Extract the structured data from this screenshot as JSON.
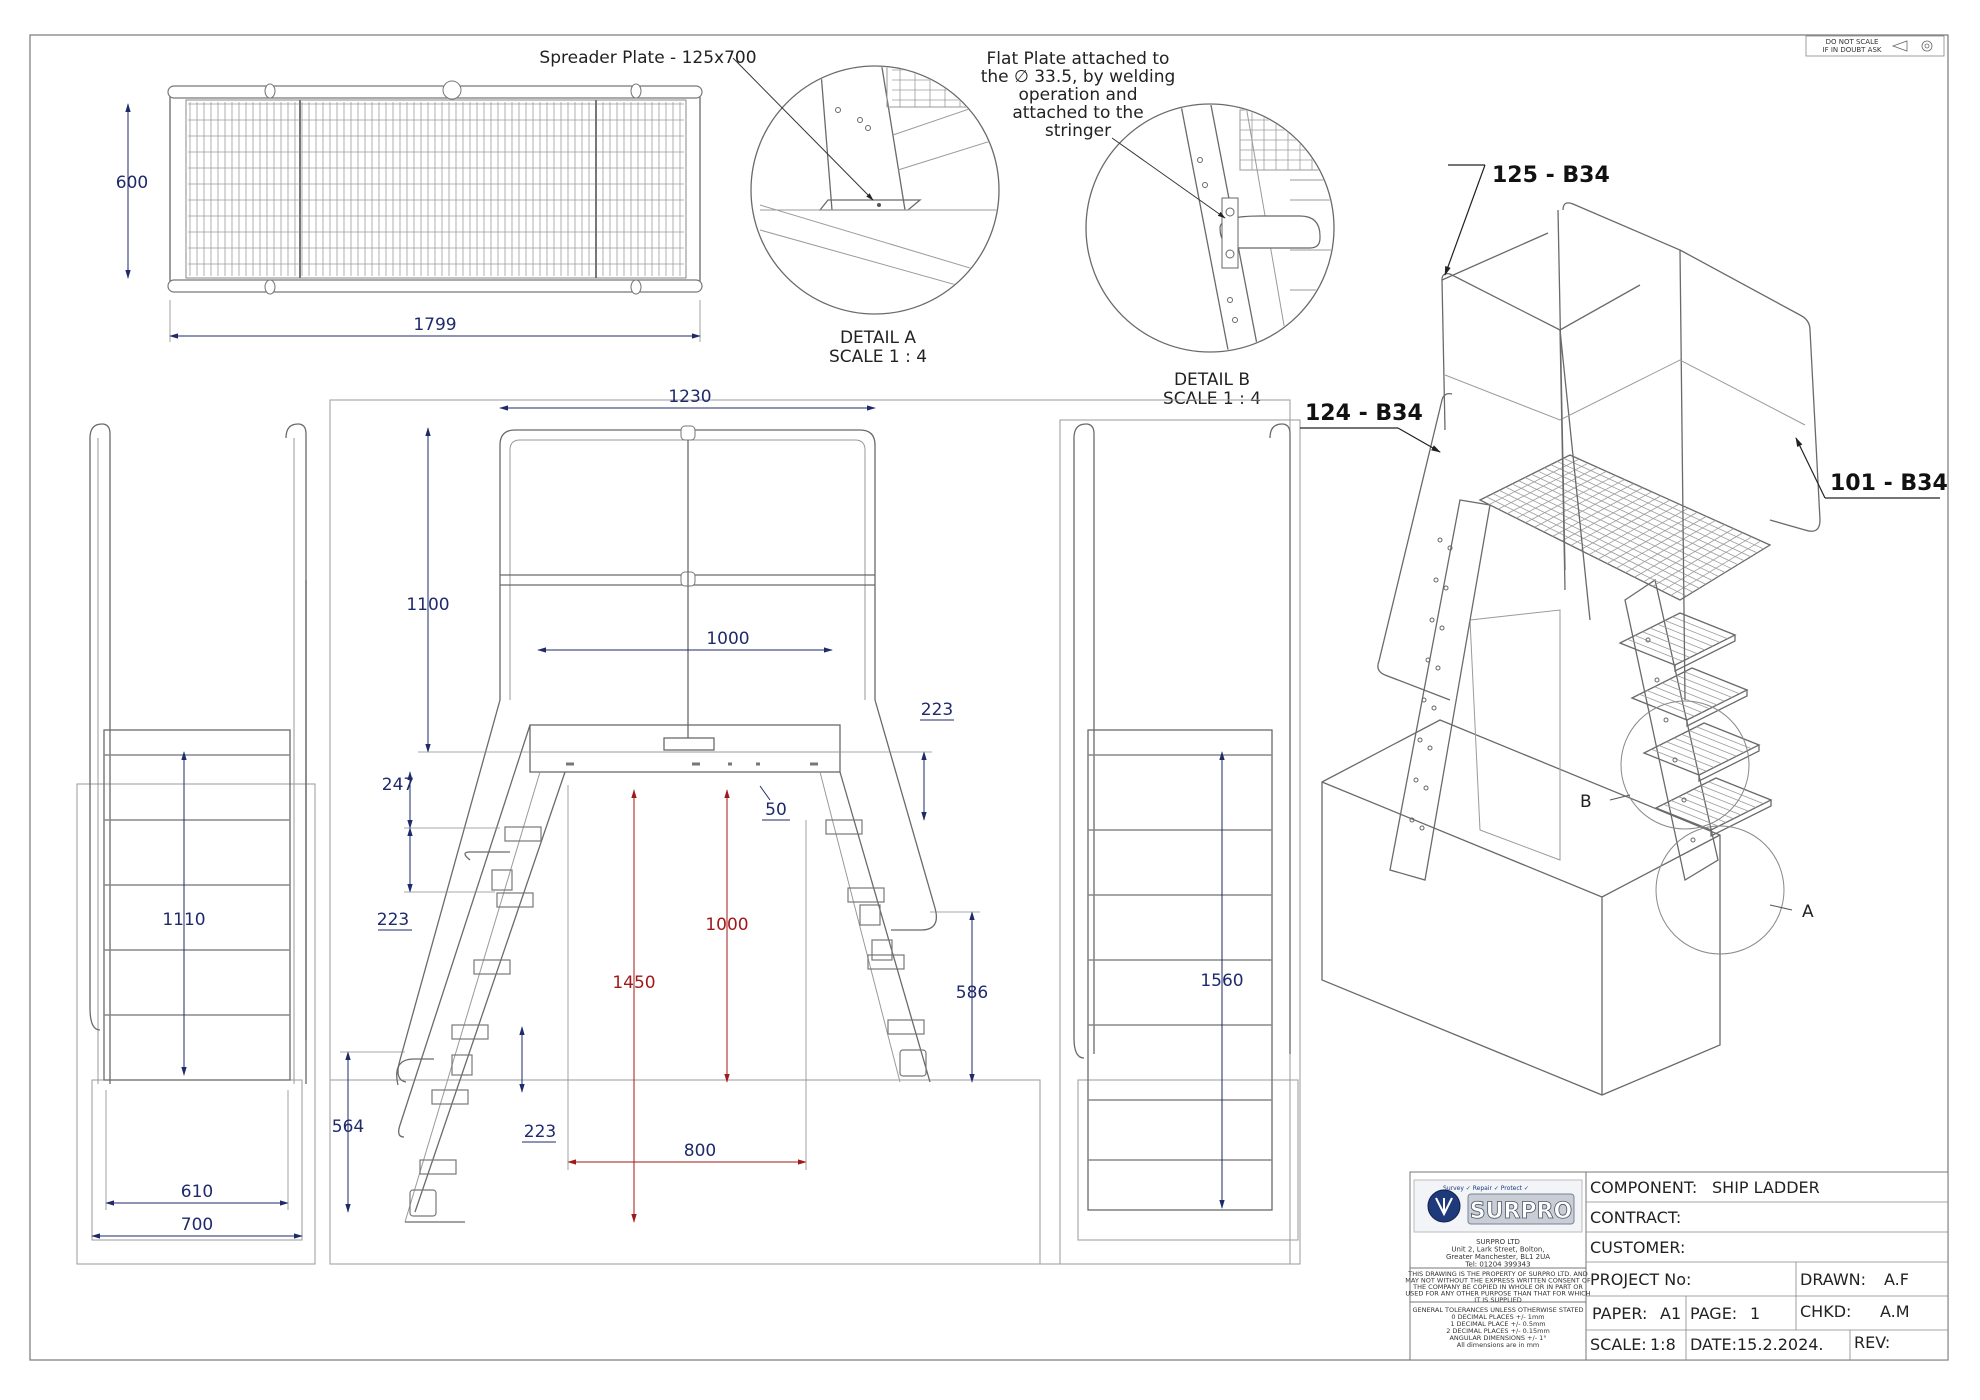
{
  "corner_note": {
    "line1": "DO  NOT  SCALE",
    "line2": "IF IN DOUBT ASK"
  },
  "top_view": {
    "width_dim": "1799",
    "height_dim": "600"
  },
  "detail_a": {
    "note": "Spreader Plate - 125x700",
    "label": "DETAIL A",
    "scale": "SCALE 1 : 4"
  },
  "detail_b": {
    "note_lines": [
      "Flat Plate attached to",
      "the  ∅ 33.5, by welding",
      "operation and",
      "attached to the",
      "stringer"
    ],
    "label": "DETAIL B",
    "scale": "SCALE 1 : 4"
  },
  "side_left": {
    "dim_height": "1110",
    "dim_inner": "610",
    "dim_outer": "700"
  },
  "front_view": {
    "dim_top": "1230",
    "dim_rail": "1100",
    "dim_platform": "1000",
    "dim_step_first": "247",
    "dim_step": "223",
    "dim_step_low": "223",
    "dim_offset": "223",
    "dim_plate": "50",
    "dim_gap": "1000",
    "dim_total": "1450",
    "dim_base": "800",
    "dim_rail_right": "586",
    "dim_rail_left": "564"
  },
  "side_right": {
    "dim_height": "1560"
  },
  "iso": {
    "callout_top": "125 - B34",
    "callout_left": "124 - B34",
    "callout_right": "101 - B34",
    "detail_a": "A",
    "detail_b": "B"
  },
  "company": {
    "tagline": "Survey ✓ Repair ✓ Protect ✓",
    "name": "SURPRO",
    "address": [
      "SURPRO LTD",
      "Unit 2, Lark Street, Bolton,",
      "Greater Manchester, BL1 2UA",
      "Tel: 01204 399343"
    ],
    "disclaimer": [
      "THIS DRAWING IS THE PROPERTY OF SURPRO LTD. AND",
      "MAY NOT WITHOUT THE EXPRESS WRITTEN CONSENT OF",
      "THE COMPANY BE COPIED IN WHOLE OR IN PART OR",
      "USED FOR ANY OTHER PURPOSE THAN THAT FOR WHICH",
      "IT IS SUPPLIED"
    ],
    "tolerances": [
      "GENERAL TOLERANCES UNLESS OTHERWISE STATED",
      "0 DECIMAL PLACES +/- 1mm",
      "1 DECIMAL PLACE +/- 0.5mm",
      "2 DECIMAL PLACES +/- 0.15mm",
      "ANGULAR DIMENSIONS +/- 1°",
      "All dimensions are in mm"
    ]
  },
  "title_block": {
    "component_label": "COMPONENT:",
    "component_value": "SHIP LADDER",
    "contract_label": "CONTRACT:",
    "customer_label": "CUSTOMER:",
    "project_label": "PROJECT No:",
    "drawn_label": "DRAWN:",
    "drawn_value": "A.F",
    "paper_label": "PAPER:",
    "paper_value": "A1",
    "page_label": "PAGE:",
    "page_value": "1",
    "chkd_label": "CHKD:",
    "chkd_value": "A.M",
    "scale_label": "SCALE:",
    "scale_value": "1:8",
    "date_label": "DATE:",
    "date_value": "15.2.2024.",
    "rev_label": "REV:"
  }
}
